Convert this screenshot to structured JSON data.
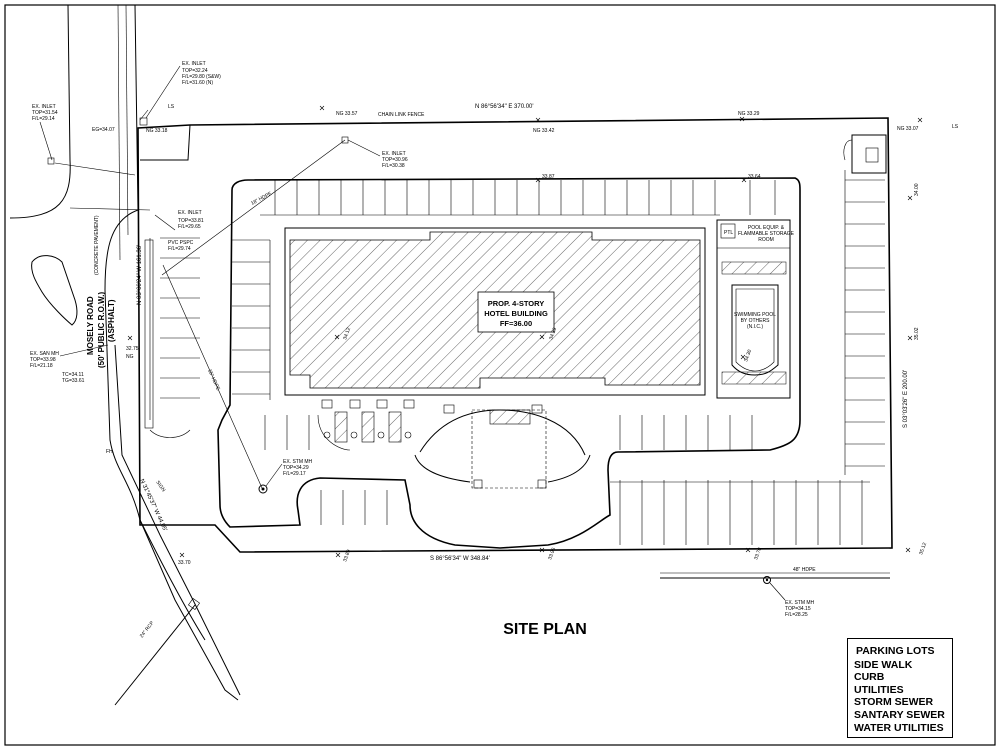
{
  "title": "SITE PLAN",
  "building": {
    "line1": "PROP. 4-STORY",
    "line2": "HOTEL BUILDING",
    "line3": "FF=36.00"
  },
  "legend": [
    "PARKING LOTS",
    "SIDE WALK",
    "CURB",
    "UTILITIES",
    "STORM SEWER",
    "SANTARY SEWER",
    "WATER UTILITIES"
  ],
  "bearings": {
    "north": "N 86°56'34\" E  370.00'",
    "south": "S 86°56'34\" W  348.84'",
    "east": "S 03°03'26\" E  200.00'",
    "west": "N 03°00'24\" W  161.36'",
    "southwest": "N 31°45'37\" W  44.05'"
  },
  "road": {
    "name": "MOSELY ROAD",
    "row": "(50' PUBLIC R.O.W.)",
    "surface": "(ASPHALT)",
    "pavement": "(CONCRETE PAVEMENT)"
  },
  "fence": "CHAIN LINK FENCE",
  "pool": {
    "equip1": "POOL EQUIP. &",
    "equip2": "FLAMMABLE STORAGE",
    "equip3": "ROOM",
    "name1": "SWIMMING POOL",
    "name2": "BY OTHERS",
    "name3": "(N.I.C.)"
  },
  "notes": {
    "inlet_top": [
      "EX. INLET",
      "TOP=32.24",
      "F/L=29.80 (S&W)",
      "F/L=31.60 (N)"
    ],
    "inlet_left": [
      "EX. INLET",
      "TOP=31.54",
      "F/L=29.14"
    ],
    "inlet_mid": [
      "EX. INLET",
      "TOP=30.96",
      "F/L=30.38"
    ],
    "inlet_road": [
      "EX. INLET",
      "TOP=33.81",
      "F/L=29.65"
    ],
    "pvc": [
      "PVC PSPC",
      "F/L=29.74"
    ],
    "san_mh": [
      "EX. SAN MH",
      "TOP=33.98",
      "F/L=21.18"
    ],
    "tc": [
      "TC=34.11",
      "TG=33.61"
    ],
    "stm_mh": [
      "EX. STM MH",
      "TOP=34.29",
      "F/L=29.17"
    ],
    "stm_mh_2": [
      "EX. STM MH",
      "TOP=34.15",
      "F/L=28.25"
    ],
    "eg": "EG=34.07",
    "pipe_18": "18\" HDPE",
    "pipe_15": "15\" HDPE",
    "pipe_24": "24\" RCP",
    "pipe_48": "48\" HDPE",
    "fh": "FH",
    "ls": "LS",
    "sign": "SIGN",
    "ng": "NG"
  },
  "elevations": {
    "e1": "NG 33.57",
    "e2": "NG 33.42",
    "e3": "NG 33.29",
    "e4": "NG 33.07",
    "e5": "NG 33.18",
    "e6": "33.87",
    "e7": "33.64",
    "e8": "34.00",
    "e9": "35.02",
    "e10": "34.12",
    "e11": "34.29",
    "e12": "34.30",
    "e13": "32.75",
    "e14": "33.70",
    "e15": "33.89",
    "e16": "33.96",
    "e17": "33.70",
    "e18": "35.12"
  }
}
